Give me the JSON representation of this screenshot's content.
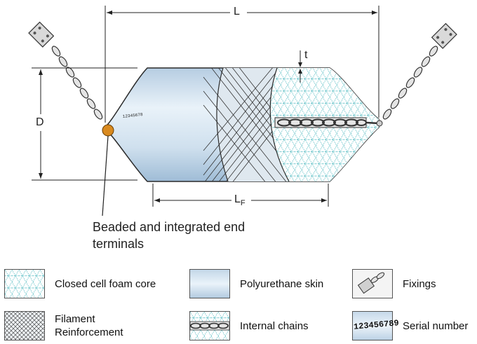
{
  "dimensions": {
    "length": "L",
    "length_f_base": "L",
    "length_f_sub": "F",
    "diameter": "D",
    "thickness": "t"
  },
  "body_serial": "12345678",
  "callout": {
    "text": "Beaded and integrated end terminals"
  },
  "legend": [
    {
      "id": "foam",
      "label": "Closed cell foam core"
    },
    {
      "id": "skin",
      "label": "Polyurethane skin"
    },
    {
      "id": "fixings",
      "label": "Fixings"
    },
    {
      "id": "filament",
      "label": "Filament Reinforcement"
    },
    {
      "id": "chains",
      "label": "Internal chains"
    },
    {
      "id": "serial",
      "label": "Serial number",
      "sample": "123456789"
    }
  ],
  "colors": {
    "skin_light": "#e8f1f8",
    "skin_dark": "#a9c4dc",
    "foam_line": "#3fb0b8",
    "terminal": "#d98a1f",
    "outline": "#2a2a2a"
  }
}
